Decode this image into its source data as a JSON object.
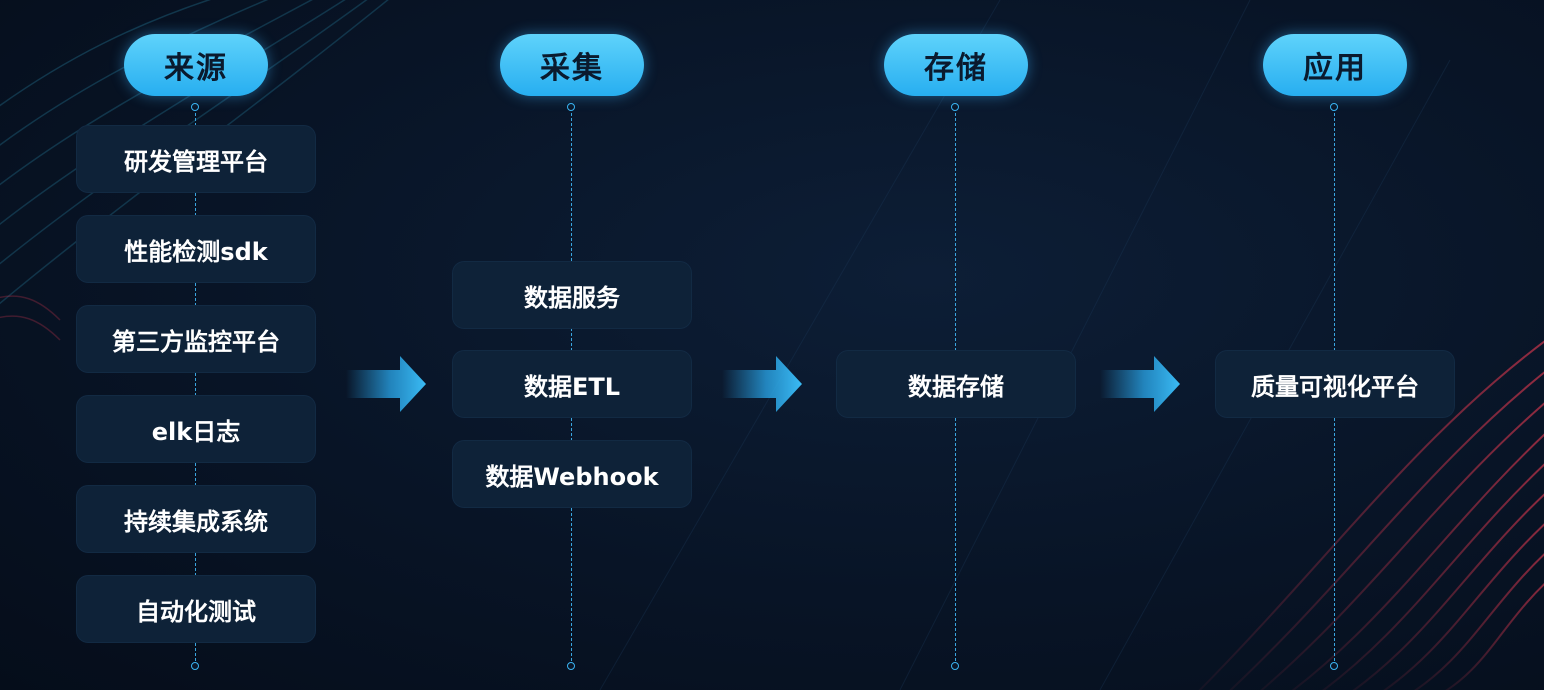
{
  "columns": [
    {
      "title": "来源",
      "items": [
        "研发管理平台",
        "性能检测sdk",
        "第三方监控平台",
        "elk日志",
        "持续集成系统",
        "自动化测试"
      ]
    },
    {
      "title": "采集",
      "items": [
        "数据服务",
        "数据ETL",
        "数据Webhook"
      ]
    },
    {
      "title": "存储",
      "items": [
        "数据存储"
      ]
    },
    {
      "title": "应用",
      "items": [
        "质量可视化平台"
      ]
    }
  ],
  "colors": {
    "header_fill": "#2bb4f2",
    "header_text": "#0a1a2e",
    "box_fill": "#0e2238",
    "box_text": "#ffffff",
    "connector": "#3aa6e0",
    "arrow": "#2aa8ec"
  }
}
